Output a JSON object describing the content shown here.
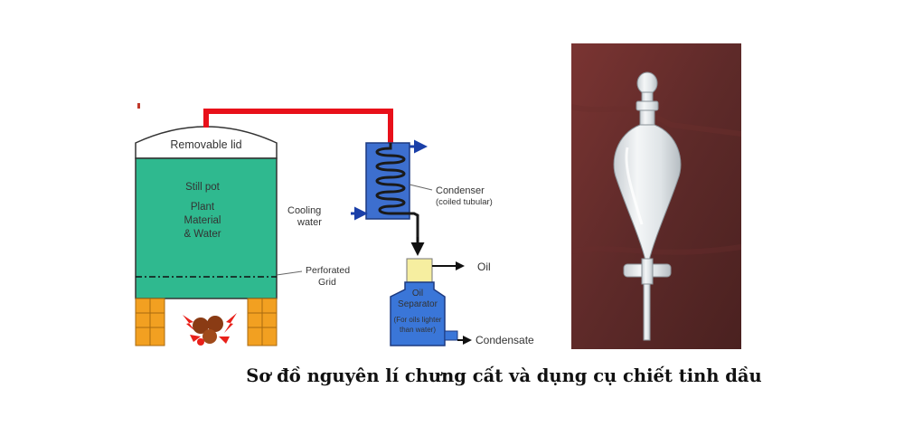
{
  "diagram": {
    "labels": {
      "removable_lid": "Removable lid",
      "still_pot": "Still pot",
      "plant_line1": "Plant",
      "plant_line2": "Material",
      "plant_line3": "& Water",
      "perforated_line1": "Perforated",
      "perforated_line2": "Grid",
      "cooling_line1": "Cooling",
      "cooling_line2": "water",
      "condenser_line1": "Condenser",
      "condenser_line2": "(coiled tubular)",
      "oil": "Oil",
      "separator_line1": "Oil",
      "separator_line2": "Separator",
      "separator_line3": "(For oils lighter",
      "separator_line4": "than water)",
      "condensate": "Condensate"
    },
    "colors": {
      "pot_fill": "#2fb98f",
      "pipe_red": "#e8101a",
      "condenser_blue": "#3d6fcf",
      "separator_blue": "#3a76d8",
      "oil_yellow": "#f6eea0",
      "support_orange": "#f2a021",
      "coil": "#1a1a1a",
      "flame_red": "#e8201a",
      "fire_brown": "#8a3b14"
    },
    "icons": [
      "flame-icon",
      "fire-logs-icon",
      "arrow-right-icon",
      "arrow-down-icon"
    ]
  },
  "photo": {
    "subject": "separatory-funnel",
    "colors": {
      "background": "#6b2e2c",
      "glass": "#e8ecef"
    }
  },
  "caption": "Sơ đồ nguyên lí chưng cất và dụng cụ chiết tinh dầu"
}
